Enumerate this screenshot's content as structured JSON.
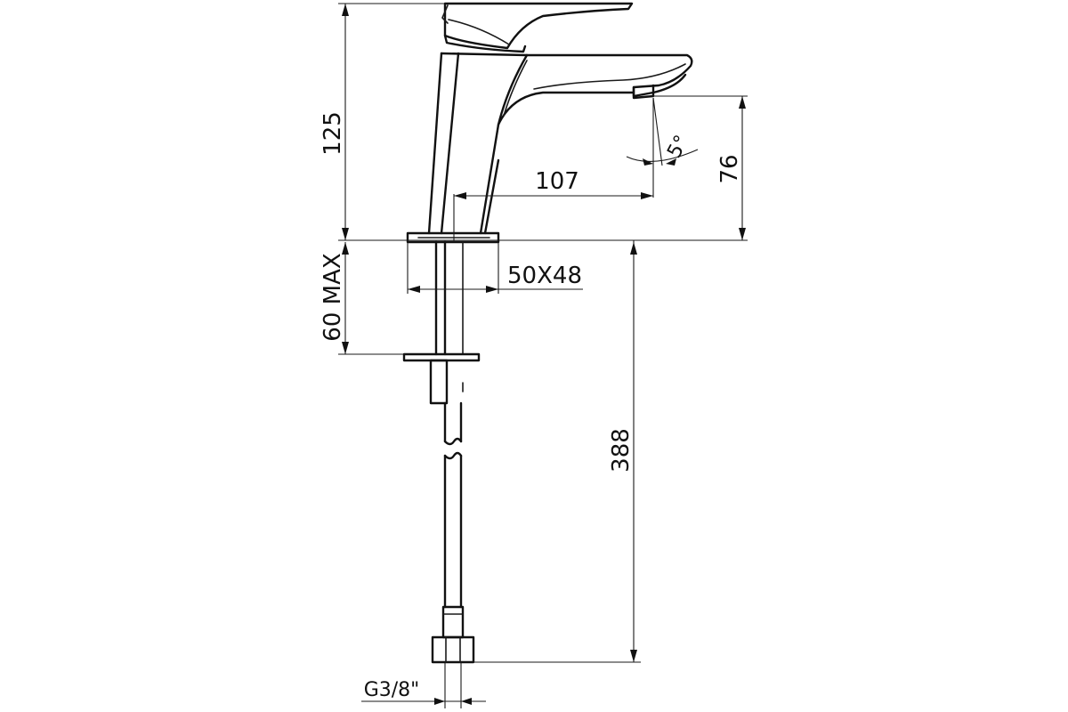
{
  "dimensions": {
    "total_height": "125",
    "spout_height": "76",
    "spout_reach": "107",
    "angle": "5°",
    "base_size": "50X48",
    "max_thickness": "60 MAX",
    "hose_length": "388",
    "thread": "G3/8\""
  },
  "colors": {
    "line": "#111111",
    "background": "#ffffff"
  }
}
